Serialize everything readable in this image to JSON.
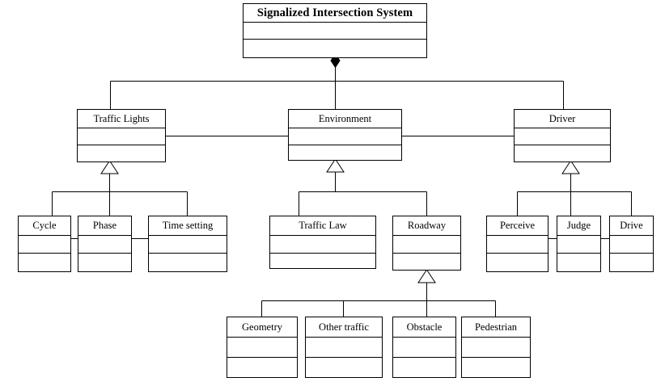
{
  "diagram": {
    "kind": "uml-class-diagram",
    "title": "Signalized Intersection System",
    "background_color": "#ffffff",
    "line_color": "#000000",
    "fill_color": "#ffffff"
  },
  "classes": {
    "root": {
      "name": "Signalized Intersection System"
    },
    "traffic_lights": {
      "name": "Traffic Lights"
    },
    "environment": {
      "name": "Environment"
    },
    "driver": {
      "name": "Driver"
    },
    "cycle": {
      "name": "Cycle"
    },
    "phase": {
      "name": "Phase"
    },
    "time_setting": {
      "name": "Time setting"
    },
    "traffic_law": {
      "name": "Traffic Law"
    },
    "roadway": {
      "name": "Roadway"
    },
    "perceive": {
      "name": "Perceive"
    },
    "judge": {
      "name": "Judge"
    },
    "drive": {
      "name": "Drive"
    },
    "geometry": {
      "name": "Geometry"
    },
    "other_traffic": {
      "name": "Other traffic"
    },
    "obstacle": {
      "name": "Obstacle"
    },
    "pedestrian": {
      "name": "Pedestrian"
    }
  },
  "relationships": {
    "composition": [
      {
        "whole": "Signalized Intersection System",
        "parts": [
          "Traffic Lights",
          "Environment",
          "Driver"
        ],
        "marker": "filled-diamond"
      }
    ],
    "generalization": [
      {
        "parent": "Traffic Lights",
        "children": [
          "Cycle",
          "Phase",
          "Time setting"
        ],
        "marker": "hollow-triangle"
      },
      {
        "parent": "Environment",
        "children": [
          "Traffic Law",
          "Roadway"
        ],
        "marker": "hollow-triangle"
      },
      {
        "parent": "Driver",
        "children": [
          "Perceive",
          "Judge",
          "Drive"
        ],
        "marker": "hollow-triangle"
      },
      {
        "parent": "Roadway",
        "children": [
          "Geometry",
          "Other traffic",
          "Obstacle",
          "Pedestrian"
        ],
        "marker": "hollow-triangle"
      }
    ],
    "association": [
      {
        "from": "Traffic Lights",
        "to": "Environment"
      },
      {
        "from": "Environment",
        "to": "Driver"
      },
      {
        "from": "Cycle",
        "to": "Phase"
      },
      {
        "from": "Phase",
        "to": "Time setting"
      },
      {
        "from": "Perceive",
        "to": "Judge"
      },
      {
        "from": "Judge",
        "to": "Drive"
      }
    ]
  }
}
